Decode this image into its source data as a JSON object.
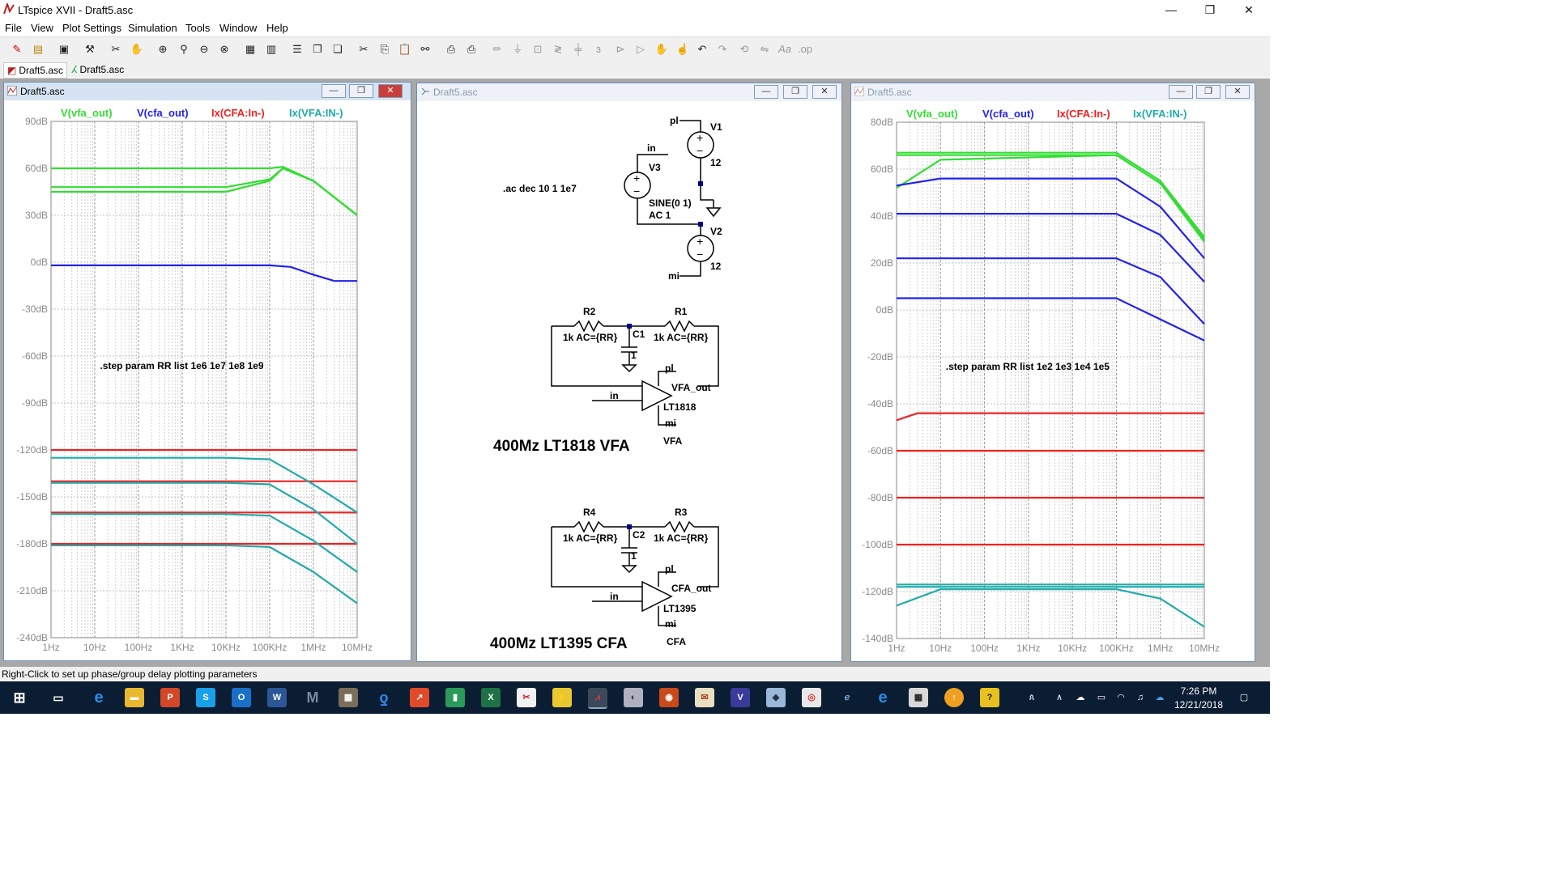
{
  "app": {
    "title": "LTspice XVII - Draft5.asc",
    "window_controls": {
      "minimize": "—",
      "maximize": "❐",
      "close": "✕"
    }
  },
  "menu": [
    "File",
    "View",
    "Plot Settings",
    "Simulation",
    "Tools",
    "Window",
    "Help"
  ],
  "tabs": [
    "Draft5.asc",
    "Draft5.asc"
  ],
  "windows": {
    "left": {
      "title": "Draft5.asc"
    },
    "middle": {
      "title": "Draft5.asc"
    },
    "right": {
      "title": "Draft5.asc"
    }
  },
  "schematic": {
    "labels": {
      "pl1": "pl",
      "v1": "V1",
      "in1": "in",
      "v3": "V3",
      "ac_cmd": ".ac dec 10 1 1e7",
      "v1_val": "12",
      "sine": "SINE(0 1)",
      "ac1": "AC 1",
      "v2": "V2",
      "v2_val": "12",
      "mi1": "mi",
      "r2": "R2",
      "r1": "R1",
      "r2_val": "1k AC={RR}",
      "r1_val": "1k AC={RR}",
      "c1": "C1",
      "c1_val": "1",
      "pl2": "pl",
      "vfa_out": "VFA_out",
      "in2": "in",
      "lt1818": "LT1818",
      "mi2": "mi",
      "vfa_title": "400Mz LT1818 VFA",
      "vfa": "VFA",
      "r4": "R4",
      "r3": "R3",
      "r4_val": "1k AC={RR}",
      "r3_val": "1k AC={RR}",
      "c2": "C2",
      "c2_val": "1",
      "pl3": "pl",
      "cfa_out": "CFA_out",
      "in3": "in",
      "lt1395": "LT1395",
      "mi3": "mi",
      "cfa_title": "400Mz LT1395 CFA",
      "cfa": "CFA"
    },
    "plus": "+",
    "minus": "−"
  },
  "chart_data": [
    {
      "type": "line",
      "title": "",
      "xscale": "log",
      "xlim": [
        1,
        10000000
      ],
      "ylim": [
        -240,
        90
      ],
      "x_ticks": [
        "1Hz",
        "10Hz",
        "100Hz",
        "1KHz",
        "10KHz",
        "100KHz",
        "1MHz",
        "10MHz"
      ],
      "y_ticks": [
        "90dB",
        "60dB",
        "30dB",
        "0dB",
        "-30dB",
        "-60dB",
        "-90dB",
        "-120dB",
        "-150dB",
        "-180dB",
        "-210dB",
        "-240dB"
      ],
      "legend": [
        "V(vfa_out)",
        "V(cfa_out)",
        "Ix(CFA:In-)",
        "Ix(VFA:IN-)"
      ],
      "annotation": ".step param RR list 1e6 1e7 1e8 1e9",
      "series": [
        {
          "name": "V(vfa_out)",
          "color": "#33dd33",
          "x": [
            1,
            10000,
            100000,
            200000,
            1000000,
            10000000
          ],
          "values": [
            60,
            60,
            60,
            61,
            52,
            30
          ]
        },
        {
          "name": "V(vfa_out)",
          "color": "#33dd33",
          "x": [
            1,
            10000,
            100000,
            200000,
            1000000,
            10000000
          ],
          "values": [
            48,
            48,
            53,
            60,
            52,
            30
          ]
        },
        {
          "name": "V(vfa_out)",
          "color": "#33dd33",
          "x": [
            1,
            10000,
            100000,
            200000,
            1000000,
            10000000
          ],
          "values": [
            45,
            45,
            52,
            60,
            52,
            30
          ]
        },
        {
          "name": "V(cfa_out)",
          "color": "#2222ee",
          "x": [
            1,
            100000,
            300000,
            1000000,
            3000000,
            10000000
          ],
          "values": [
            -2,
            -2,
            -3,
            -8,
            -12,
            -12
          ]
        },
        {
          "name": "Ix(CFA:In-)",
          "color": "#ee2222",
          "x": [
            1,
            10000000
          ],
          "values": [
            -120,
            -120
          ]
        },
        {
          "name": "Ix(CFA:In-)",
          "color": "#ee2222",
          "x": [
            1,
            10000000
          ],
          "values": [
            -140,
            -140
          ]
        },
        {
          "name": "Ix(CFA:In-)",
          "color": "#ee2222",
          "x": [
            1,
            10000000
          ],
          "values": [
            -160,
            -160
          ]
        },
        {
          "name": "Ix(CFA:In-)",
          "color": "#ee2222",
          "x": [
            1,
            10000000
          ],
          "values": [
            -180,
            -180
          ]
        },
        {
          "name": "Ix(VFA:IN-)",
          "color": "#22aaaa",
          "x": [
            1,
            10000,
            100000,
            1000000,
            10000000
          ],
          "values": [
            -125,
            -125,
            -126,
            -142,
            -160
          ]
        },
        {
          "name": "Ix(VFA:IN-)",
          "color": "#22aaaa",
          "x": [
            1,
            10000,
            100000,
            1000000,
            10000000
          ],
          "values": [
            -141,
            -141,
            -142,
            -158,
            -180
          ]
        },
        {
          "name": "Ix(VFA:IN-)",
          "color": "#22aaaa",
          "x": [
            1,
            10000,
            100000,
            1000000,
            10000000
          ],
          "values": [
            -161,
            -161,
            -162,
            -178,
            -198
          ]
        },
        {
          "name": "Ix(VFA:IN-)",
          "color": "#22aaaa",
          "x": [
            1,
            10000,
            100000,
            1000000,
            10000000
          ],
          "values": [
            -181,
            -181,
            -182,
            -198,
            -218
          ]
        }
      ]
    },
    {
      "type": "line",
      "title": "",
      "xscale": "log",
      "xlim": [
        1,
        10000000
      ],
      "ylim": [
        -140,
        80
      ],
      "x_ticks": [
        "1Hz",
        "10Hz",
        "100Hz",
        "1KHz",
        "10KHz",
        "100KHz",
        "1MHz",
        "10MHz"
      ],
      "y_ticks": [
        "80dB",
        "60dB",
        "40dB",
        "20dB",
        "0dB",
        "-20dB",
        "-40dB",
        "-60dB",
        "-80dB",
        "-100dB",
        "-120dB",
        "-140dB"
      ],
      "legend": [
        "V(vfa_out)",
        "V(cfa_out)",
        "Ix(CFA:In-)",
        "Ix(VFA:IN-)"
      ],
      "annotation": ".step param RR list 1e2 1e3 1e4 1e5",
      "series": [
        {
          "name": "V(vfa_out)",
          "color": "#33dd33",
          "x": [
            1,
            10,
            100000,
            1000000,
            10000000
          ],
          "values": [
            67,
            67,
            67,
            55,
            31
          ]
        },
        {
          "name": "V(vfa_out)",
          "color": "#33dd33",
          "x": [
            1,
            10,
            100000,
            1000000,
            10000000
          ],
          "values": [
            66,
            66,
            66,
            54,
            30
          ]
        },
        {
          "name": "V(vfa_out)",
          "color": "#33dd33",
          "x": [
            1,
            10,
            100000,
            1000000,
            10000000
          ],
          "values": [
            52,
            64,
            66,
            54,
            29
          ]
        },
        {
          "name": "V(cfa_out)",
          "color": "#2222ee",
          "x": [
            1,
            10,
            100000,
            1000000,
            10000000
          ],
          "values": [
            53,
            56,
            56,
            44,
            22
          ]
        },
        {
          "name": "V(cfa_out)",
          "color": "#2222ee",
          "x": [
            1,
            100000,
            1000000,
            10000000
          ],
          "values": [
            41,
            41,
            32,
            12
          ]
        },
        {
          "name": "V(cfa_out)",
          "color": "#2222ee",
          "x": [
            1,
            100000,
            1000000,
            10000000
          ],
          "values": [
            22,
            22,
            14,
            -6
          ]
        },
        {
          "name": "V(cfa_out)",
          "color": "#2222ee",
          "x": [
            1,
            100000,
            1000000,
            10000000
          ],
          "values": [
            5,
            5,
            -4,
            -13
          ]
        },
        {
          "name": "Ix(CFA:In-)",
          "color": "#ee2222",
          "x": [
            1,
            3,
            10,
            10000000
          ],
          "values": [
            -47,
            -44,
            -44,
            -44
          ]
        },
        {
          "name": "Ix(CFA:In-)",
          "color": "#ee2222",
          "x": [
            1,
            10000000
          ],
          "values": [
            -60,
            -60
          ]
        },
        {
          "name": "Ix(CFA:In-)",
          "color": "#ee2222",
          "x": [
            1,
            10000000
          ],
          "values": [
            -80,
            -80
          ]
        },
        {
          "name": "Ix(CFA:In-)",
          "color": "#ee2222",
          "x": [
            1,
            10000000
          ],
          "values": [
            -100,
            -100
          ]
        },
        {
          "name": "Ix(VFA:IN-)",
          "color": "#22aaaa",
          "x": [
            1,
            10000000
          ],
          "values": [
            -117,
            -117
          ]
        },
        {
          "name": "Ix(VFA:IN-)",
          "color": "#22aaaa",
          "x": [
            1,
            10000000
          ],
          "values": [
            -118,
            -118
          ]
        },
        {
          "name": "Ix(VFA:IN-)",
          "color": "#22aaaa",
          "x": [
            1,
            10,
            100000,
            1000000,
            10000000
          ],
          "values": [
            -126,
            -119,
            -119,
            -123,
            -135
          ]
        }
      ]
    }
  ],
  "status": "Right-Click to set up phase/group delay plotting parameters",
  "taskbar": {
    "time": "7:26 PM",
    "date": "12/21/2018"
  }
}
